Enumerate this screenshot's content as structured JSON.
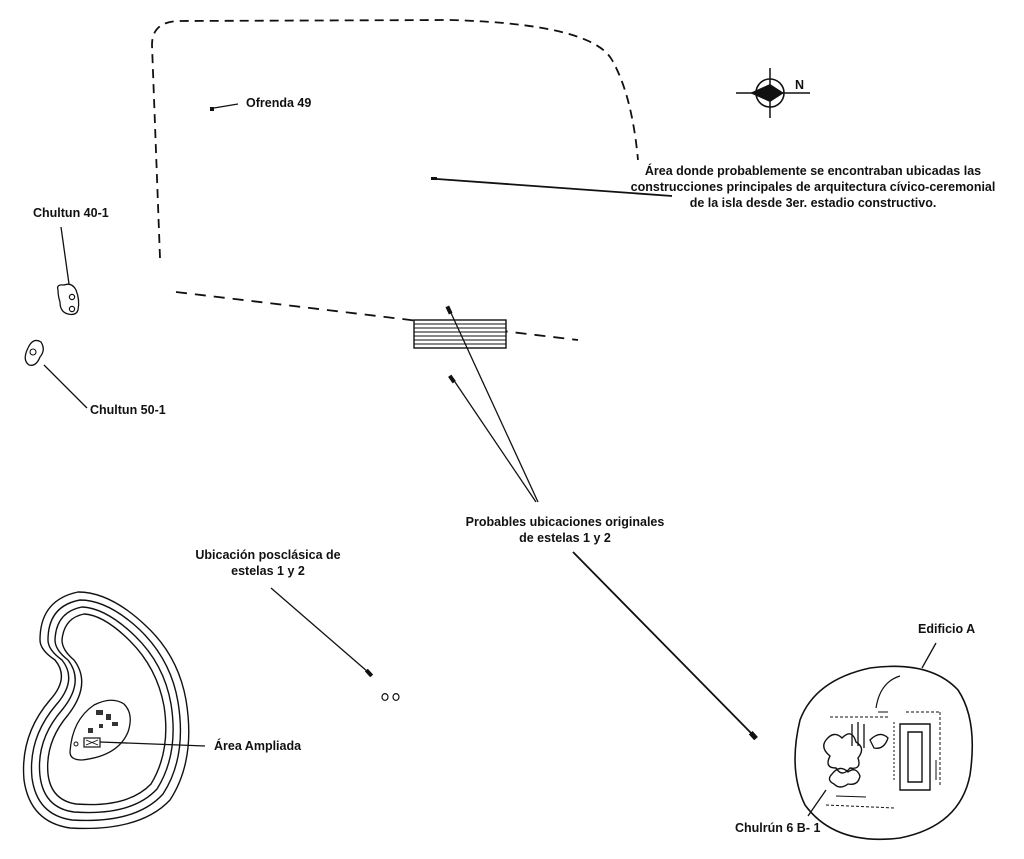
{
  "labels": {
    "ofrenda": "Ofrenda 49",
    "chultun_40": "Chultun 40-1",
    "chultun_50": "Chultun 50-1",
    "area_line1": "Área donde probablemente se encontraban ubicadas las",
    "area_line2": "construcciones principales de arquitectura cívico-ceremonial",
    "area_line3": "de la isla desde 3er. estadio constructivo.",
    "probables_line1": "Probables ubicaciones originales",
    "probables_line2": "de estelas 1 y 2",
    "posclasica_line1": "Ubicación posclásica de",
    "posclasica_line2": "estelas 1 y 2",
    "edificio": "Edificio A",
    "area_ampliada": "Área Ampliada",
    "chulrun": "Chulrún 6 B- 1",
    "north": "N"
  },
  "colors": {
    "ink": "#111111",
    "paper": "#ffffff"
  },
  "icons": {
    "north_arrow": "compass-north-icon"
  }
}
